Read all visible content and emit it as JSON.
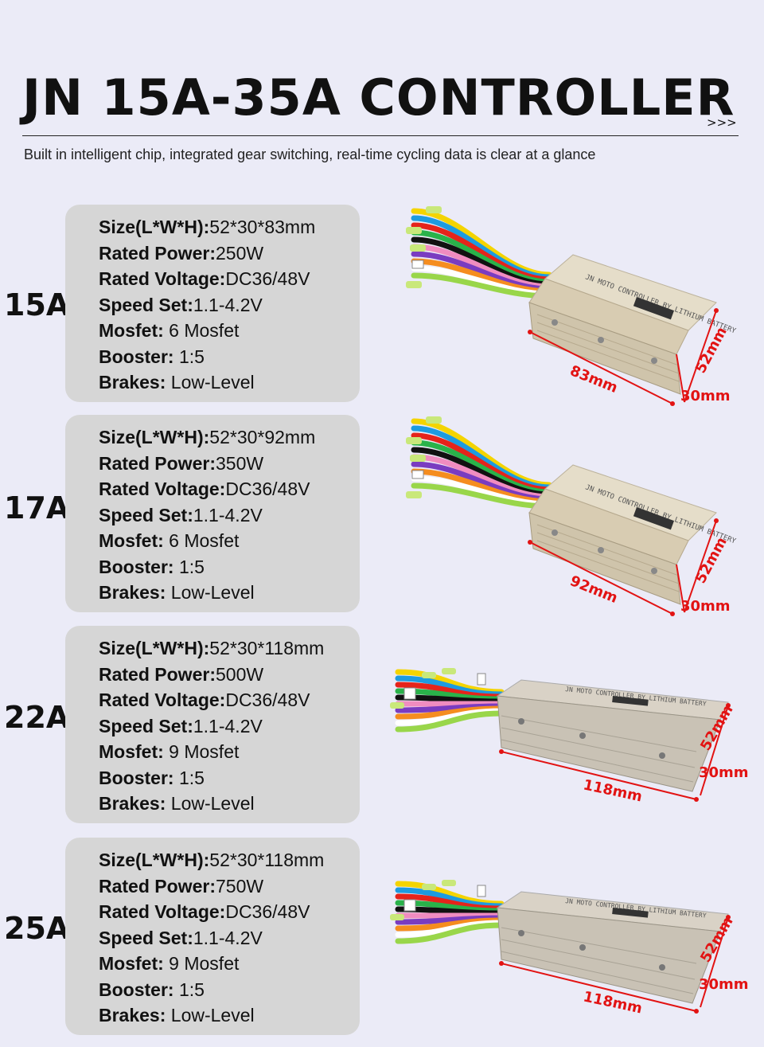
{
  "header": {
    "title": "JN 15A-35A CONTROLLER",
    "arrows": ">>>",
    "subtitle": "Built in intelligent chip, integrated gear switching, real-time cycling data is clear at a glance"
  },
  "colors": {
    "background": "#ebebf7",
    "spec_card": "#d6d6d6",
    "dimension_red": "#e21313"
  },
  "models": [
    {
      "amp": "15A",
      "specs": [
        {
          "label": "Size(L*W*H):",
          "value": "52*30*83mm"
        },
        {
          "label": "Rated Power:",
          "value": "250W"
        },
        {
          "label": "Rated Voltage:",
          "value": "DC36/48V"
        },
        {
          "label": "Speed Set:",
          "value": "1.1-4.2V"
        },
        {
          "label": "Mosfet:",
          "value": " 6 Mosfet"
        },
        {
          "label": "Booster:",
          "value": " 1:5"
        },
        {
          "label": "Brakes:",
          "value": " Low-Level"
        }
      ],
      "dims": {
        "length": "83mm",
        "height": "52mm",
        "width": "30mm"
      }
    },
    {
      "amp": "17A",
      "specs": [
        {
          "label": "Size(L*W*H):",
          "value": "52*30*92mm"
        },
        {
          "label": "Rated Power:",
          "value": "350W"
        },
        {
          "label": "Rated Voltage:",
          "value": "DC36/48V"
        },
        {
          "label": "Speed Set:",
          "value": "1.1-4.2V"
        },
        {
          "label": "Mosfet:",
          "value": " 6 Mosfet"
        },
        {
          "label": "Booster:",
          "value": " 1:5"
        },
        {
          "label": "Brakes:",
          "value": " Low-Level"
        }
      ],
      "dims": {
        "length": "92mm",
        "height": "52mm",
        "width": "30mm"
      }
    },
    {
      "amp": "22A",
      "specs": [
        {
          "label": "Size(L*W*H):",
          "value": "52*30*118mm"
        },
        {
          "label": "Rated Power:",
          "value": "500W"
        },
        {
          "label": "Rated Voltage:",
          "value": "DC36/48V"
        },
        {
          "label": "Speed Set:",
          "value": "1.1-4.2V"
        },
        {
          "label": "Mosfet:",
          "value": " 9 Mosfet"
        },
        {
          "label": "Booster:",
          "value": " 1:5"
        },
        {
          "label": "Brakes:",
          "value": " Low-Level"
        }
      ],
      "dims": {
        "length": "118mm",
        "height": "52mm",
        "width": "30mm"
      }
    },
    {
      "amp": "25A",
      "specs": [
        {
          "label": "Size(L*W*H):",
          "value": "52*30*118mm"
        },
        {
          "label": "Rated Power:",
          "value": "750W"
        },
        {
          "label": "Rated Voltage:",
          "value": "DC36/48V"
        },
        {
          "label": "Speed Set:",
          "value": "1.1-4.2V"
        },
        {
          "label": "Mosfet:",
          "value": " 9 Mosfet"
        },
        {
          "label": "Booster:",
          "value": " 1:5"
        },
        {
          "label": "Brakes:",
          "value": " Low-Level"
        }
      ],
      "dims": {
        "length": "118mm",
        "height": "52mm",
        "width": "30mm"
      }
    }
  ]
}
